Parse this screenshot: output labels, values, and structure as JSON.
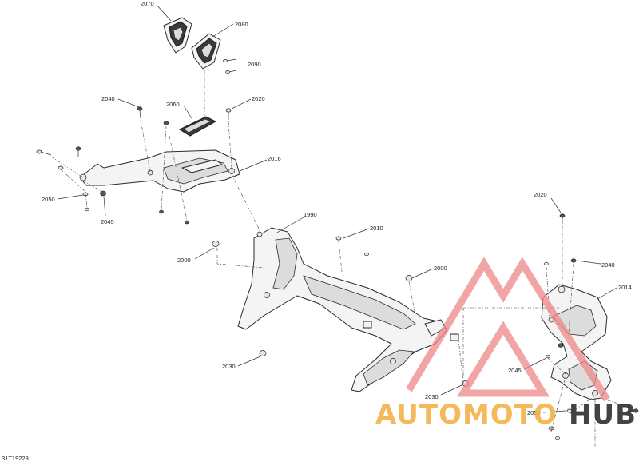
{
  "diagram": {
    "code": "31T19223",
    "callouts": [
      {
        "id": "c2070",
        "text": "2070"
      },
      {
        "id": "c2080",
        "text": "2080"
      },
      {
        "id": "c2090",
        "text": "2090"
      },
      {
        "id": "c2040a",
        "text": "2040"
      },
      {
        "id": "c2060",
        "text": "2060"
      },
      {
        "id": "c2020a",
        "text": "2020"
      },
      {
        "id": "c2016",
        "text": "2016"
      },
      {
        "id": "c2050a",
        "text": "2050"
      },
      {
        "id": "c2045a",
        "text": "2045"
      },
      {
        "id": "c1990",
        "text": "1990"
      },
      {
        "id": "c2010",
        "text": "2010"
      },
      {
        "id": "c2000a",
        "text": "2000"
      },
      {
        "id": "c2000b",
        "text": "2000"
      },
      {
        "id": "c2020b",
        "text": "2020"
      },
      {
        "id": "c2040b",
        "text": "2040"
      },
      {
        "id": "c2014",
        "text": "2014"
      },
      {
        "id": "c2045b",
        "text": "2045"
      },
      {
        "id": "c2030a",
        "text": "2030"
      },
      {
        "id": "c2030b",
        "text": "2030"
      },
      {
        "id": "c2050b",
        "text": "2050"
      }
    ]
  },
  "watermark": {
    "brand_part1": "AUTOMOTO",
    "brand_part2": "HUB",
    "color_triangle": "#ef8a8a",
    "color_text_orange": "#f3b24a",
    "color_text_dark": "#2f2f2f"
  }
}
